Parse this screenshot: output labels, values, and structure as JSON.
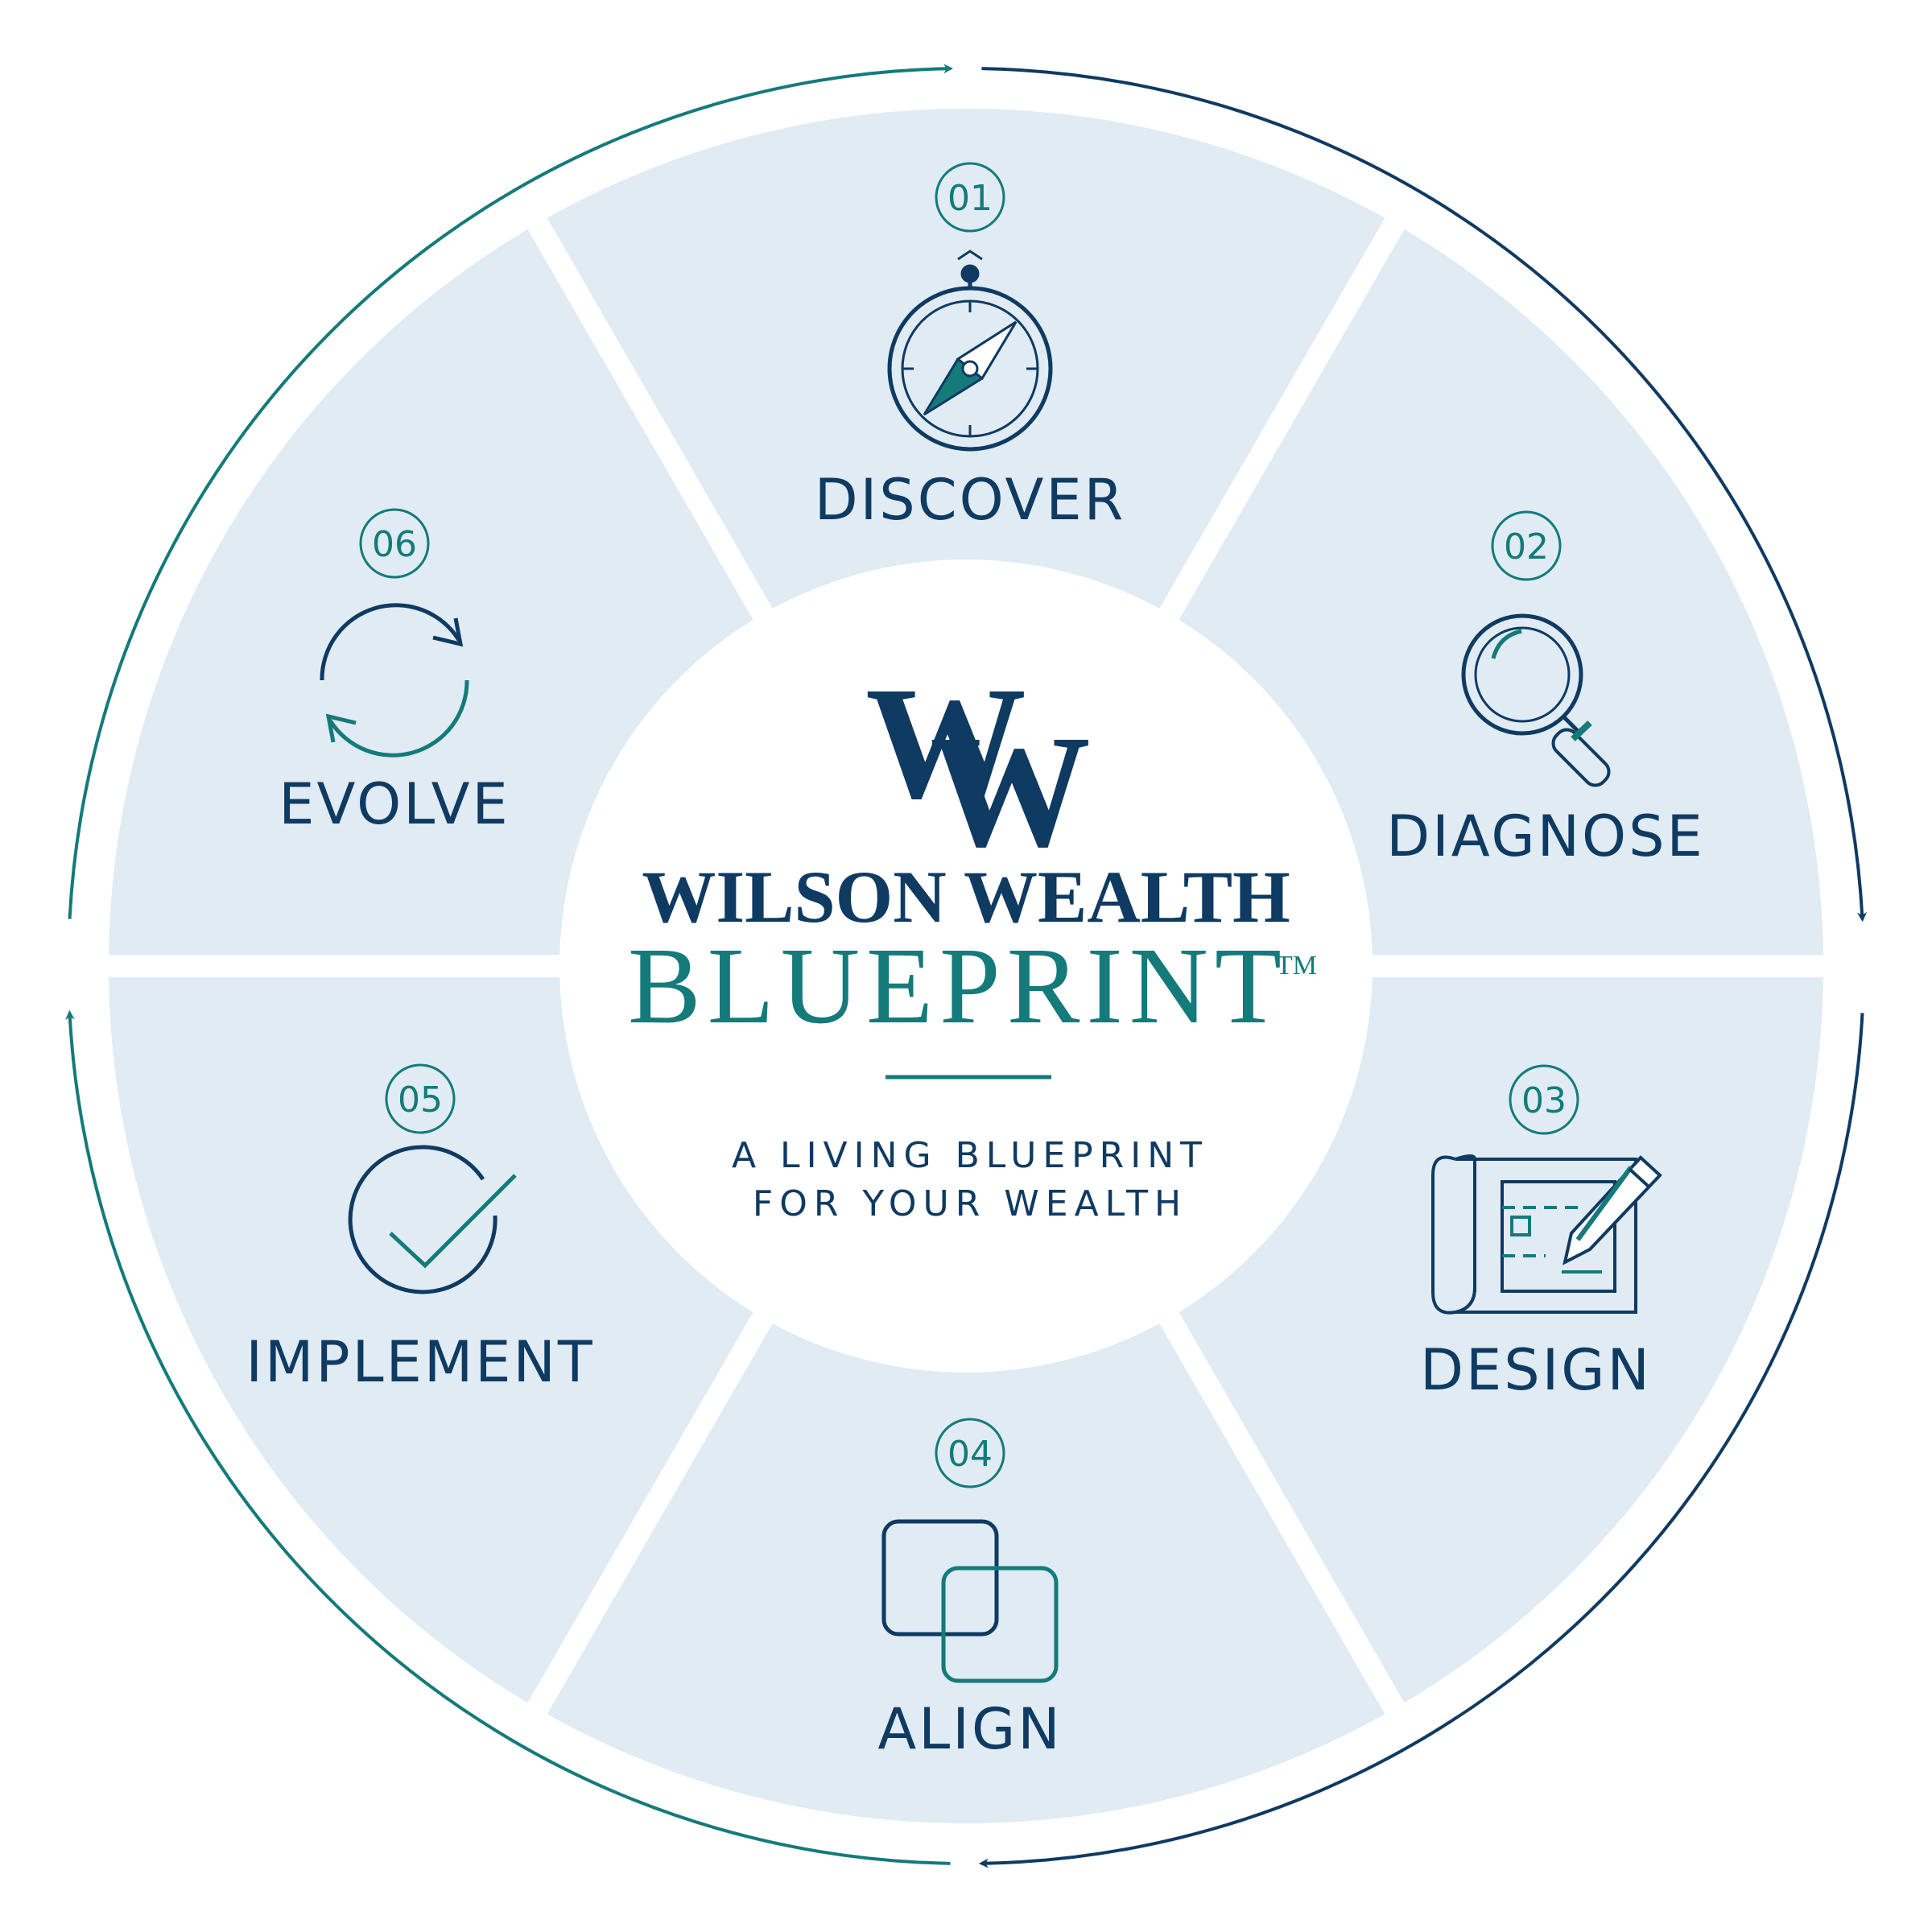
{
  "colors": {
    "navy": "#0f3a62",
    "teal": "#147a7a",
    "segment_fill": "#e0ebf3",
    "background": "#ffffff"
  },
  "brand": {
    "monogram": "WW",
    "line1": "WILSON WEALTH",
    "line2": "BLUEPRINT",
    "trademark": "TM",
    "tagline_line1": "A LIVING BLUEPRINT",
    "tagline_line2": "FOR YOUR WEALTH"
  },
  "steps": [
    {
      "number": "01",
      "label": "DISCOVER",
      "icon": "compass-icon"
    },
    {
      "number": "02",
      "label": "DIAGNOSE",
      "icon": "magnifying-glass-icon"
    },
    {
      "number": "03",
      "label": "DESIGN",
      "icon": "blueprint-pencil-icon"
    },
    {
      "number": "04",
      "label": "ALIGN",
      "icon": "overlapping-squares-icon"
    },
    {
      "number": "05",
      "label": "IMPLEMENT",
      "icon": "checkmark-circle-icon"
    },
    {
      "number": "06",
      "label": "EVOLVE",
      "icon": "refresh-cycle-icon"
    }
  ]
}
